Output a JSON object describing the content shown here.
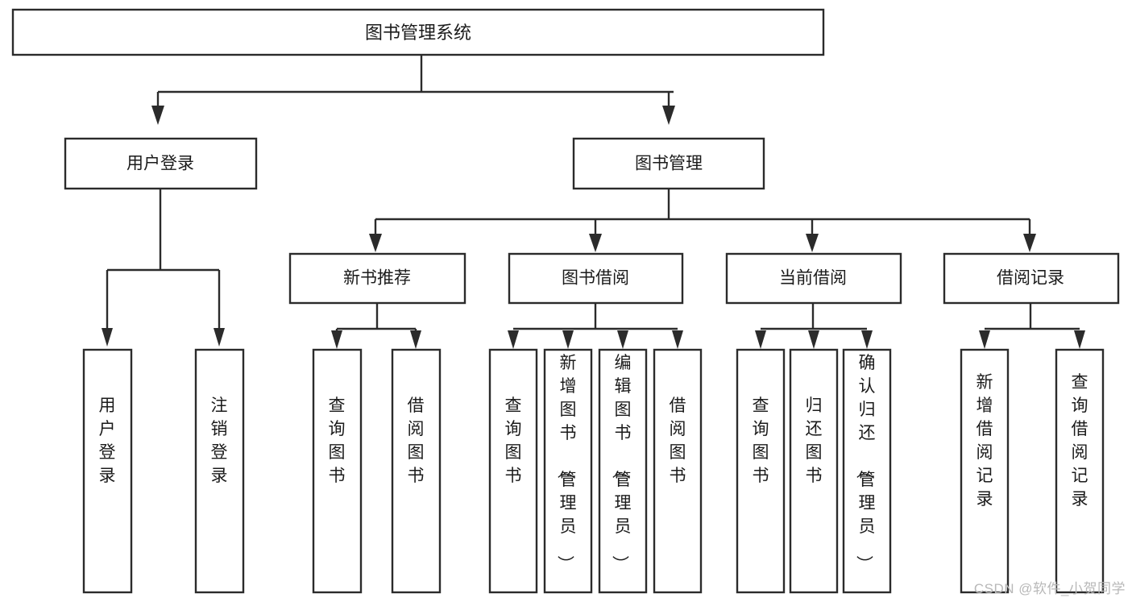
{
  "diagram": {
    "title": "图书管理系统",
    "watermark": "CSDN @软件_小贺同学",
    "type": "tree-hierarchy-diagram",
    "colors": {
      "box_fill": "#ffffff",
      "box_stroke": "#2b2b2b",
      "text": "#1b1b1b",
      "background": "#ffffff",
      "watermark": "#b8b8b8"
    },
    "root": {
      "label": "图书管理系统"
    },
    "level2": [
      {
        "label": "用户登录"
      },
      {
        "label": "图书管理"
      }
    ],
    "level3": [
      {
        "label": "新书推荐"
      },
      {
        "label": "图书借阅"
      },
      {
        "label": "当前借阅"
      },
      {
        "label": "借阅记录"
      }
    ],
    "leaves": {
      "user_login": [
        {
          "label": "用户登录"
        },
        {
          "label": "注销登录"
        }
      ],
      "new_book_recommend": [
        {
          "label": "查询图书"
        },
        {
          "label": "借阅图书"
        }
      ],
      "book_borrow": [
        {
          "label": "查询图书"
        },
        {
          "label": "新增图书（管理员）"
        },
        {
          "label": "编辑图书（管理员）"
        },
        {
          "label": "借阅图书"
        }
      ],
      "current_borrow": [
        {
          "label": "查询图书"
        },
        {
          "label": "归还图书"
        },
        {
          "label": "确认归还（管理员）"
        }
      ],
      "borrow_records": [
        {
          "label": "新增借阅记录"
        },
        {
          "label": "查询借阅记录"
        }
      ]
    }
  }
}
